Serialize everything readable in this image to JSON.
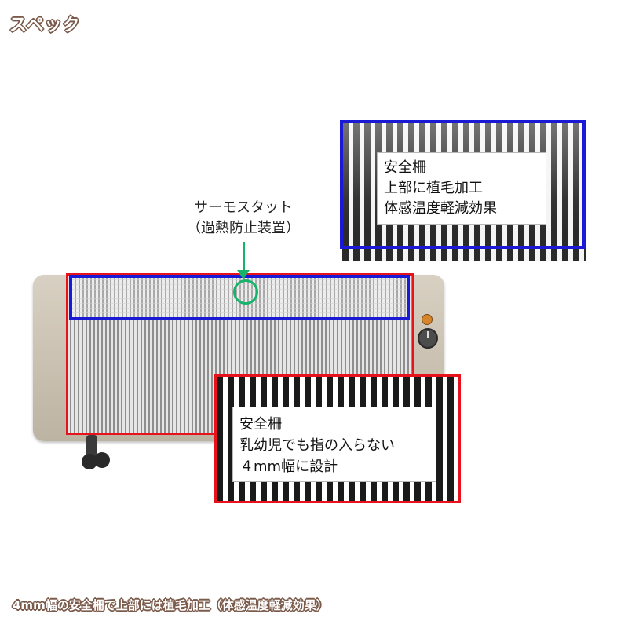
{
  "title": "スペック",
  "caption": "4mm幅の安全柵で上部には植毛加工（体感温度軽減効果）",
  "thermostat": {
    "name": "サーモスタット",
    "sub": "（過熱防止装置）"
  },
  "callout_top": {
    "line1": "安全柵",
    "line2": "上部に植毛加工",
    "line3": "体感温度軽減効果"
  },
  "callout_bottom": {
    "line1": "安全柵",
    "line2": "乳幼児でも指の入らない",
    "line3": "４mm幅に設計"
  },
  "colors": {
    "red": "#e8121c",
    "blue": "#1a1ad6",
    "green": "#17b36b",
    "title_outline": "#7a5a4a"
  }
}
